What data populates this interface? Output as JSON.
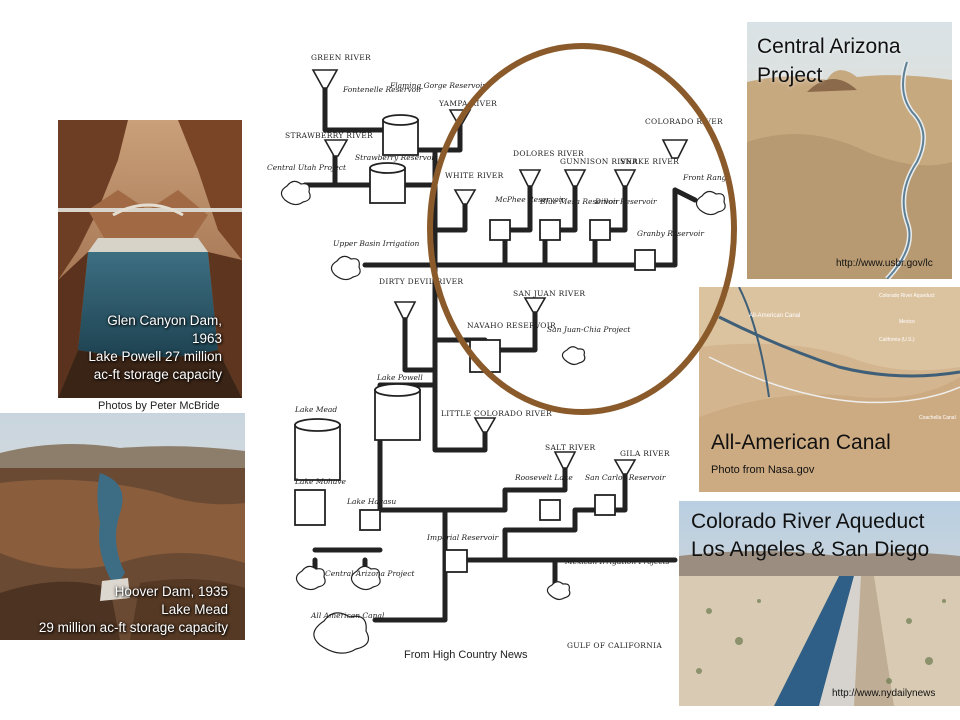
{
  "photos": {
    "glen_canyon": {
      "lines": [
        "Glen Canyon Dam,",
        "1963",
        "Lake Powell 27 million",
        "ac-ft storage capacity"
      ],
      "credit": "Photos by Peter McBride"
    },
    "hoover": {
      "lines": [
        "Hoover Dam, 1935",
        "Lake Mead",
        "29 million ac-ft storage capacity"
      ]
    },
    "central_arizona": {
      "title_lines": [
        "Central Arizona",
        "Project"
      ],
      "url": "http://www.usbr.gov/lc"
    },
    "all_american": {
      "title": "All-American Canal",
      "credit": "Photo from Nasa.gov",
      "map_labels": [
        "All-American Canal",
        "Colorado River Aqueduct",
        "Mexico",
        "California (U.S.)",
        "Coachella Canal"
      ]
    },
    "colorado_aqueduct": {
      "title_lines": [
        "Colorado River Aqueduct",
        "Los Angeles & San Diego"
      ],
      "url": "http://www.nydailynews"
    }
  },
  "diagram": {
    "credit": "From High Country News",
    "rivers": [
      "GREEN RIVER",
      "YAMPA RIVER",
      "STRAWBERRY RIVER",
      "WHITE RIVER",
      "DOLORES RIVER",
      "GUNNISON RIVER",
      "SNAKE RIVER",
      "COLORADO RIVER",
      "DIRTY DEVIL RIVER",
      "SAN JUAN RIVER",
      "LITTLE COLORADO RIVER",
      "SALT RIVER",
      "GILA RIVER"
    ],
    "reservoirs": [
      "Fontenelle Reservoir",
      "Flaming Gorge Reservoir",
      "Strawberry Reservoir",
      "McPhee Reservoir",
      "Blue Mesa Reservoir",
      "Dillon Reservoir",
      "Granby Reservoir",
      "NAVAHO RESERVOIR",
      "Lake Powell",
      "Lake Mead",
      "Lake Mohave",
      "Lake Havasu",
      "Roosevelt Lake",
      "San Carlos Reservoir",
      "Imperial Reservoir"
    ],
    "projects": [
      "Central Utah Project",
      "Front Range Diversions",
      "Upper Basin Irrigation",
      "San Juan-Chia Project",
      "Central Arizona Project",
      "Mexican Irrigation Projects",
      "All American Canal",
      "GULF OF CALIFORNIA"
    ]
  },
  "colors": {
    "ring": "#8a5a2b",
    "diagram_ink": "#222222"
  }
}
